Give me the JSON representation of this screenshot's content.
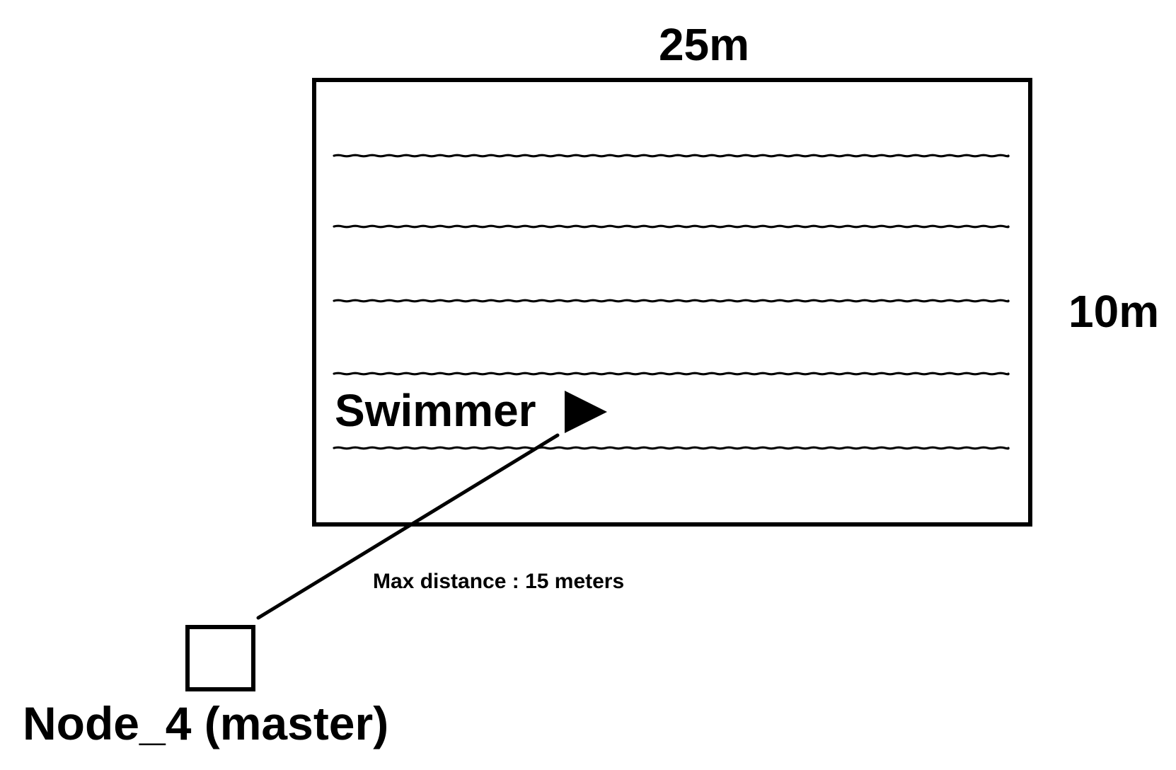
{
  "pool": {
    "width_label": "25m",
    "height_label": "10m",
    "lane_rope_count": 5
  },
  "swimmer": {
    "label": "Swimmer"
  },
  "link": {
    "label": "Max distance : 15 meters"
  },
  "node": {
    "label": "Node_4 (master)"
  },
  "colors": {
    "ink": "#000000",
    "background": "#ffffff"
  }
}
